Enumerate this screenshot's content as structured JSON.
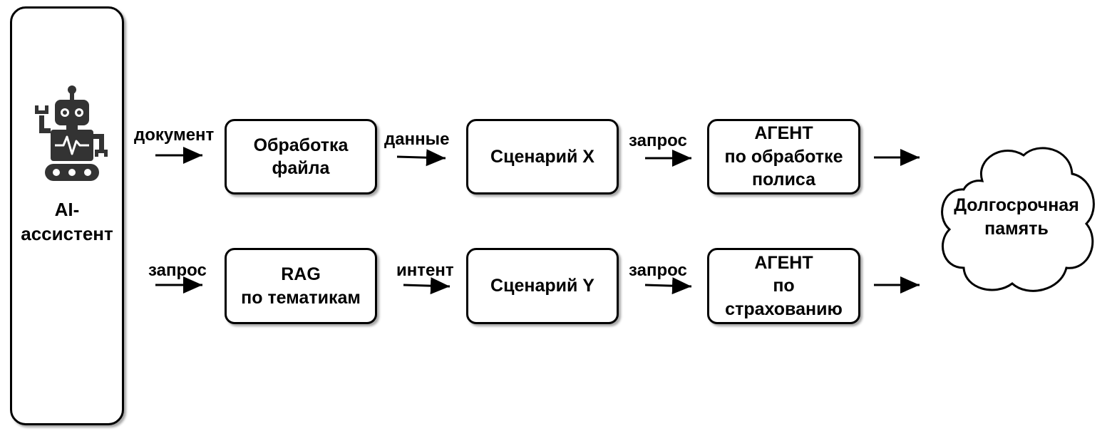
{
  "assistant": {
    "label_line1": "AI-",
    "label_line2": "ассистент",
    "icon": "robot-icon"
  },
  "row1": {
    "input_label": "документ",
    "box1": {
      "line1": "Обработка",
      "line2": "файла"
    },
    "edge1_label": "данные",
    "box2": {
      "line1": "Сценарий X"
    },
    "edge2_label": "запрос",
    "box3": {
      "line1": "АГЕНТ",
      "line2": "по обработке",
      "line3": "полиса"
    }
  },
  "row2": {
    "input_label": "запрос",
    "box1": {
      "line1": "RAG",
      "line2": "по тематикам"
    },
    "edge1_label": "интент",
    "box2": {
      "line1": "Сценарий Y"
    },
    "edge2_label": "запрос",
    "box3": {
      "line1": "АГЕНТ",
      "line2": "по",
      "line3": "страхованию"
    }
  },
  "memory": {
    "line1": "Долгосрочная",
    "line2": "память",
    "shape": "cloud"
  },
  "colors": {
    "stroke": "#000000",
    "background": "#ffffff"
  }
}
